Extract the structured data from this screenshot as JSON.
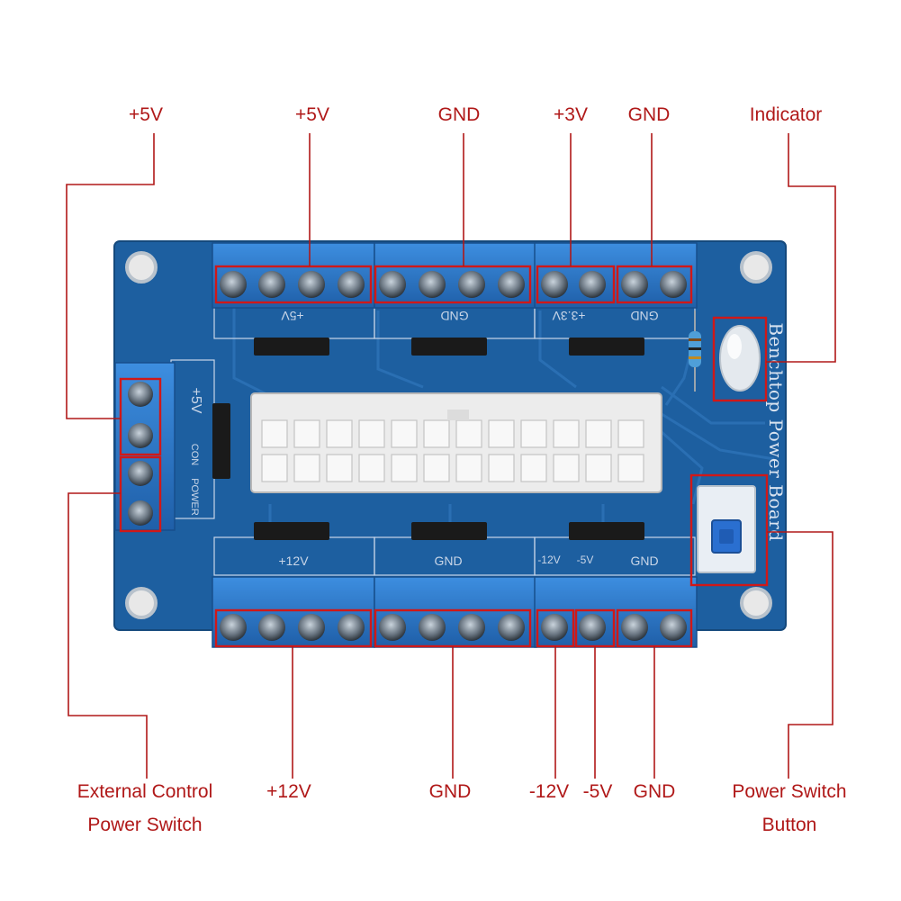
{
  "board": {
    "title": "Benchtop Power Board",
    "silkscreen_top": [
      "+5V",
      "GND",
      "+3.3V",
      "GND"
    ],
    "silkscreen_bottom": [
      "+12V",
      "GND",
      "-12V",
      "-5V",
      "GND"
    ],
    "silkscreen_left": [
      "+5V",
      "CON",
      "POWER"
    ]
  },
  "callouts_top": {
    "left_5v": "+5V",
    "top_5v": "+5V",
    "top_gnd": "GND",
    "top_3v": "+3V",
    "top_gnd2": "GND",
    "indicator": "Indicator"
  },
  "callouts_bottom": {
    "ext_line1": "External Control",
    "ext_line2": "Power Switch",
    "v12": "+12V",
    "gnd": "GND",
    "neg12": "-12V",
    "neg5": "-5V",
    "gnd2": "GND",
    "btn_line1": "Power Switch",
    "btn_line2": "Button"
  },
  "colors": {
    "pcb": "#1d5fa0",
    "terminal": "#2a78c8",
    "callout": "#b01818",
    "connector": "#ececec"
  }
}
